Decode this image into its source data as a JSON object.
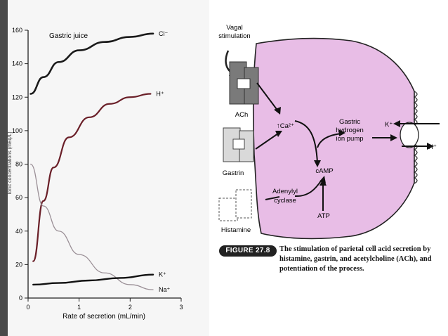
{
  "chart_data": {
    "type": "line",
    "title": "Gastric juice",
    "xlabel": "Rate of secretion (mL/min)",
    "ylabel": "Ionic concentrations (mEq/L)",
    "xlim": [
      0,
      3
    ],
    "ylim": [
      0,
      160
    ],
    "x_ticks": [
      "0",
      "1",
      "2",
      "3"
    ],
    "y_ticks": [
      "0",
      "20",
      "40",
      "60",
      "80",
      "100",
      "120",
      "140",
      "160"
    ],
    "grid": false,
    "series": [
      {
        "name": "Cl⁻",
        "color": "#1a1a1a",
        "x": [
          0.05,
          0.3,
          0.6,
          1.0,
          1.5,
          2.0,
          2.45
        ],
        "y": [
          122,
          132,
          141,
          148,
          153,
          156,
          158
        ]
      },
      {
        "name": "H⁺",
        "color": "#6a1f28",
        "x": [
          0.1,
          0.3,
          0.5,
          0.8,
          1.2,
          1.6,
          2.0,
          2.4
        ],
        "y": [
          22,
          58,
          78,
          96,
          108,
          116,
          120,
          122
        ]
      },
      {
        "name": "Na⁺",
        "color": "#9a8f96",
        "x": [
          0.05,
          0.3,
          0.6,
          1.0,
          1.5,
          2.0,
          2.45
        ],
        "y": [
          80,
          55,
          40,
          26,
          15,
          8,
          5
        ]
      },
      {
        "name": "K⁺",
        "color": "#111111",
        "x": [
          0.1,
          0.6,
          1.2,
          1.8,
          2.45
        ],
        "y": [
          8,
          9,
          10.5,
          12,
          14
        ]
      }
    ]
  },
  "diagram": {
    "vagal_label": [
      "Vagal",
      "stimulation"
    ],
    "ach_label": "ACh",
    "gastrin_label": "Gastrin",
    "histamine_label": "Histamine",
    "ca_label": "↑Ca²⁺",
    "pump_label": [
      "Gastric",
      "hydrogen",
      "ion pump"
    ],
    "k_label": "K⁺",
    "h_label": "H⁺",
    "camp_label": "cAMP",
    "cyclase_label": [
      "Adenylyl",
      "cyclase"
    ],
    "atp_label": "ATP",
    "cell_color": "#e8bde6"
  },
  "figure": {
    "badge": "FIGURE 27.8",
    "caption": "The stimulation of parietal cell acid secretion by histamine, gastrin, and acetylcholine (ACh), and potentiation of the process."
  }
}
